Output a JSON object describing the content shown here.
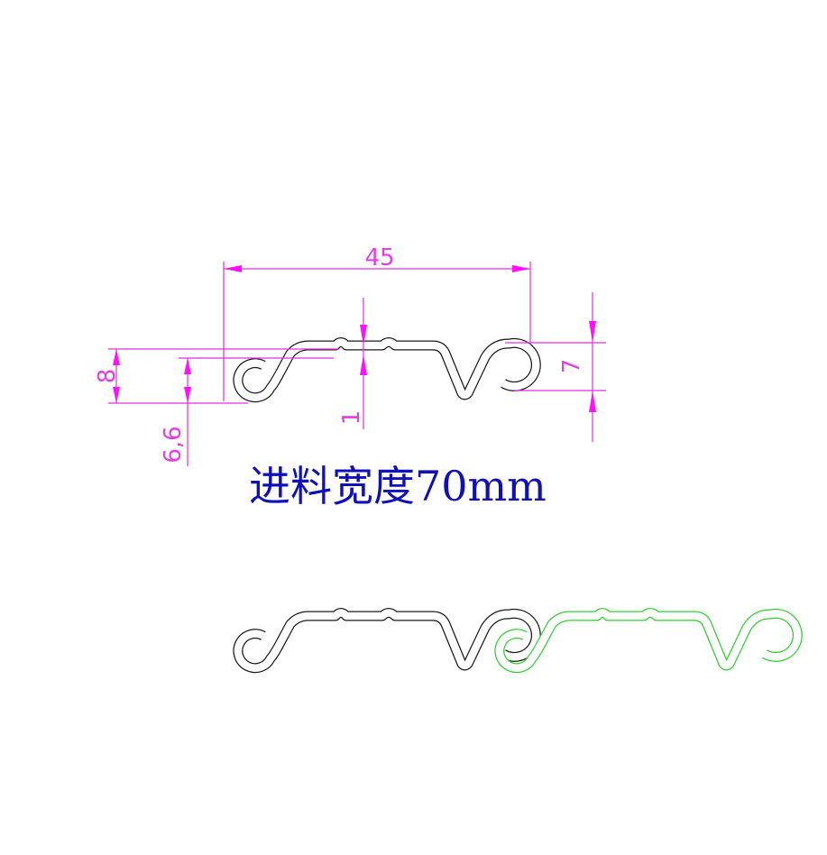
{
  "drawing": {
    "title": "Sheet metal roll-forming profile cross-section",
    "colors": {
      "dimension": "#e030e0",
      "profile_primary": "#1a1a1a",
      "profile_secondary": "#33cc33",
      "caption": "#1010b8",
      "background": "#ffffff"
    },
    "dimensions": {
      "overall_width": "45",
      "left_height": "8",
      "left_inner_height": "6,6",
      "rib_thickness": "1",
      "right_height": "7"
    },
    "caption": "进料宽度70mm",
    "views": [
      {
        "name": "dimensioned-profile",
        "color": "black"
      },
      {
        "name": "interlock-profile-left",
        "color": "black"
      },
      {
        "name": "interlock-profile-right",
        "color": "green"
      }
    ]
  }
}
